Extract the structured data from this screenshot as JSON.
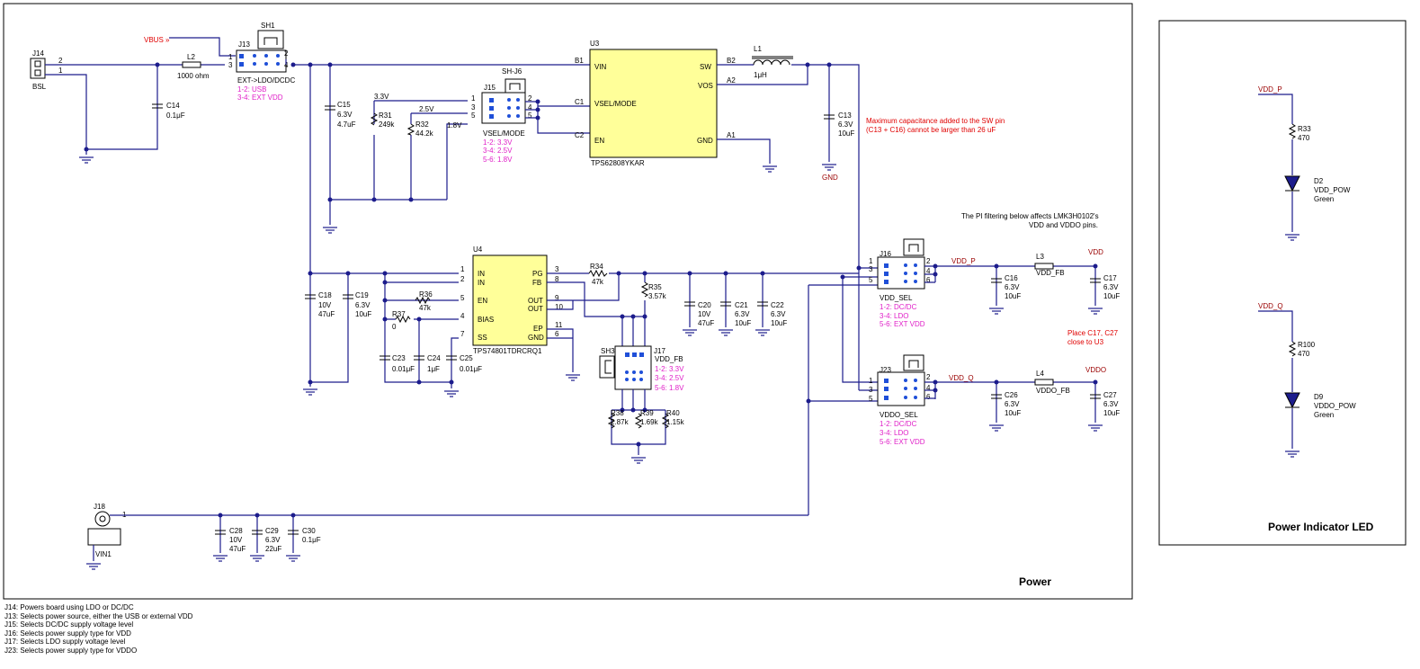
{
  "sheet_title": "Power",
  "led_panel_title": "Power Indicator LED",
  "parts": {
    "J14": "J14",
    "BSL": "BSL",
    "L2": "L2",
    "L2v": "1000 ohm",
    "C14": "C14",
    "C14v": "0.1μF",
    "VBUS": "VBUS",
    "J13": "J13",
    "SH1": "SH1",
    "J13_note": "EXT->LDO/DCDC",
    "J13_o1": "1-2: USB",
    "J13_o2": "3-4: EXT VDD",
    "C15": "C15",
    "C15a": "6.3V",
    "C15b": "4.7uF",
    "R31": "R31",
    "R31v": "249k",
    "R32": "R32",
    "R32v": "44.2k",
    "n33": "3.3V",
    "n25": "2.5V",
    "n18": "1.8V",
    "SHJ6": "SH-J6",
    "J15": "J15",
    "J15_note": "VSEL/MODE",
    "J15_o1": "1-2: 3.3V",
    "J15_o2": "3-4: 2.5V",
    "J15_o3": "5-6: 1.8V",
    "U3": "U3",
    "U3p": "TPS62808YKAR",
    "U3_vin": "VIN",
    "U3_vsel": "VSEL/MODE",
    "U3_en": "EN",
    "U3_sw": "SW",
    "U3_vos": "VOS",
    "U3_gnd": "GND",
    "B1": "B1",
    "C1": "C1",
    "C2": "C2",
    "B2": "B2",
    "A2": "A2",
    "A1": "A1",
    "L1": "L1",
    "L1v": "1μH",
    "C13": "C13",
    "C13a": "6.3V",
    "C13b": "10uF",
    "GND": "GND",
    "cap_note1": "Maximum capacitance added to the SW pin",
    "cap_note2": "(C13 + C16) cannot be larger than 26 uF",
    "pi_note1": "The PI filtering below affects LMK3H0102's",
    "pi_note2": "VDD and VDDO pins.",
    "U4": "U4",
    "U4p": "TPS74801TDRCRQ1",
    "U4_in1": "IN",
    "U4_in2": "IN",
    "U4_en": "EN",
    "U4_bias": "BIAS",
    "U4_ss": "SS",
    "U4_pg": "PG",
    "U4_fb": "FB",
    "U4_out1": "OUT",
    "U4_out2": "OUT",
    "U4_ep": "EP",
    "U4_gnd": "GND",
    "C18": "C18",
    "C18a": "10V",
    "C18b": "47uF",
    "C19": "C19",
    "C19a": "6.3V",
    "C19b": "10uF",
    "R36": "R36",
    "R36v": "47k",
    "R37": "R37",
    "R37v": "0",
    "C23": "C23",
    "C23v": "0.01μF",
    "C24": "C24",
    "C24v": "1μF",
    "C25": "C25",
    "C25v": "0.01μF",
    "R34": "R34",
    "R34v": "47k",
    "R35": "R35",
    "R35v": "3.57k",
    "C20": "C20",
    "C20a": "10V",
    "C20b": "47uF",
    "C21": "C21",
    "C21a": "6.3V",
    "C21b": "10uF",
    "C22": "C22",
    "C22a": "6.3V",
    "C22b": "10uF",
    "SH3": "SH3",
    "J17": "J17",
    "J17_note": "VDD_FB",
    "J17_o1": "1-2: 3.3V",
    "J17_o2": "3-4: 2.5V",
    "J17_o3": "5-6: 1.8V",
    "R38": "R38",
    "R38v": "2.87k",
    "R39": "R39",
    "R39v": "1.69k",
    "R40": "R40",
    "R40v": "1.15k",
    "J16": "J16",
    "J16_note": "VDD_SEL",
    "J16_o1": "1-2: DC/DC",
    "J16_o2": "3-4: LDO",
    "J16_o3": "5-6: EXT VDD",
    "J23": "J23",
    "J23_note": "VDDO_SEL",
    "J23_o1": "1-2: DC/DC",
    "J23_o2": "3-4: LDO",
    "J23_o3": "5-6: EXT VDD",
    "VDD_P": "VDD_P",
    "VDD_Q": "VDD_Q",
    "VDD": "VDD",
    "VDDO": "VDDO",
    "L3": "L3",
    "L3v": "VDD_FB",
    "L4": "L4",
    "L4v": "VDDO_FB",
    "C16": "C16",
    "C16a": "6.3V",
    "C16b": "10uF",
    "C17": "C17",
    "C17a": "6.3V",
    "C17b": "10uF",
    "C26": "C26",
    "C26a": "6.3V",
    "C26b": "10uF",
    "C27": "C27",
    "C27a": "6.3V",
    "C27b": "10uF",
    "place_note1": "Place C17, C27",
    "place_note2": "close to U3",
    "J18": "J18",
    "VIN1": "VIN1",
    "C28": "C28",
    "C28a": "10V",
    "C28b": "47uF",
    "C29": "C29",
    "C29a": "6.3V",
    "C29b": "22uF",
    "C30": "C30",
    "C30v": "0.1μF",
    "R33": "R33",
    "R33v": "470",
    "D2": "D2",
    "D2n": "VDD_POW",
    "D2c": "Green",
    "R100": "R100",
    "R100v": "470",
    "D9": "D9",
    "D9n": "VDDO_POW",
    "D9c": "Green"
  },
  "notes": [
    "J14: Powers board using LDO or DC/DC",
    "J13: Selects power source, either the USB or external VDD",
    "J15: Selects DC/DC supply voltage level",
    "J16: Selects power supply type for VDD",
    "J17: Selects LDO supply voltage level",
    "J23: Selects power supply type for VDDO"
  ],
  "colors": {
    "wire": "#1c1c8c",
    "ic_fill": "#ffff99",
    "jumper_note": "#e020c8",
    "warning": "#e00000",
    "net_label": "#9a0000"
  }
}
